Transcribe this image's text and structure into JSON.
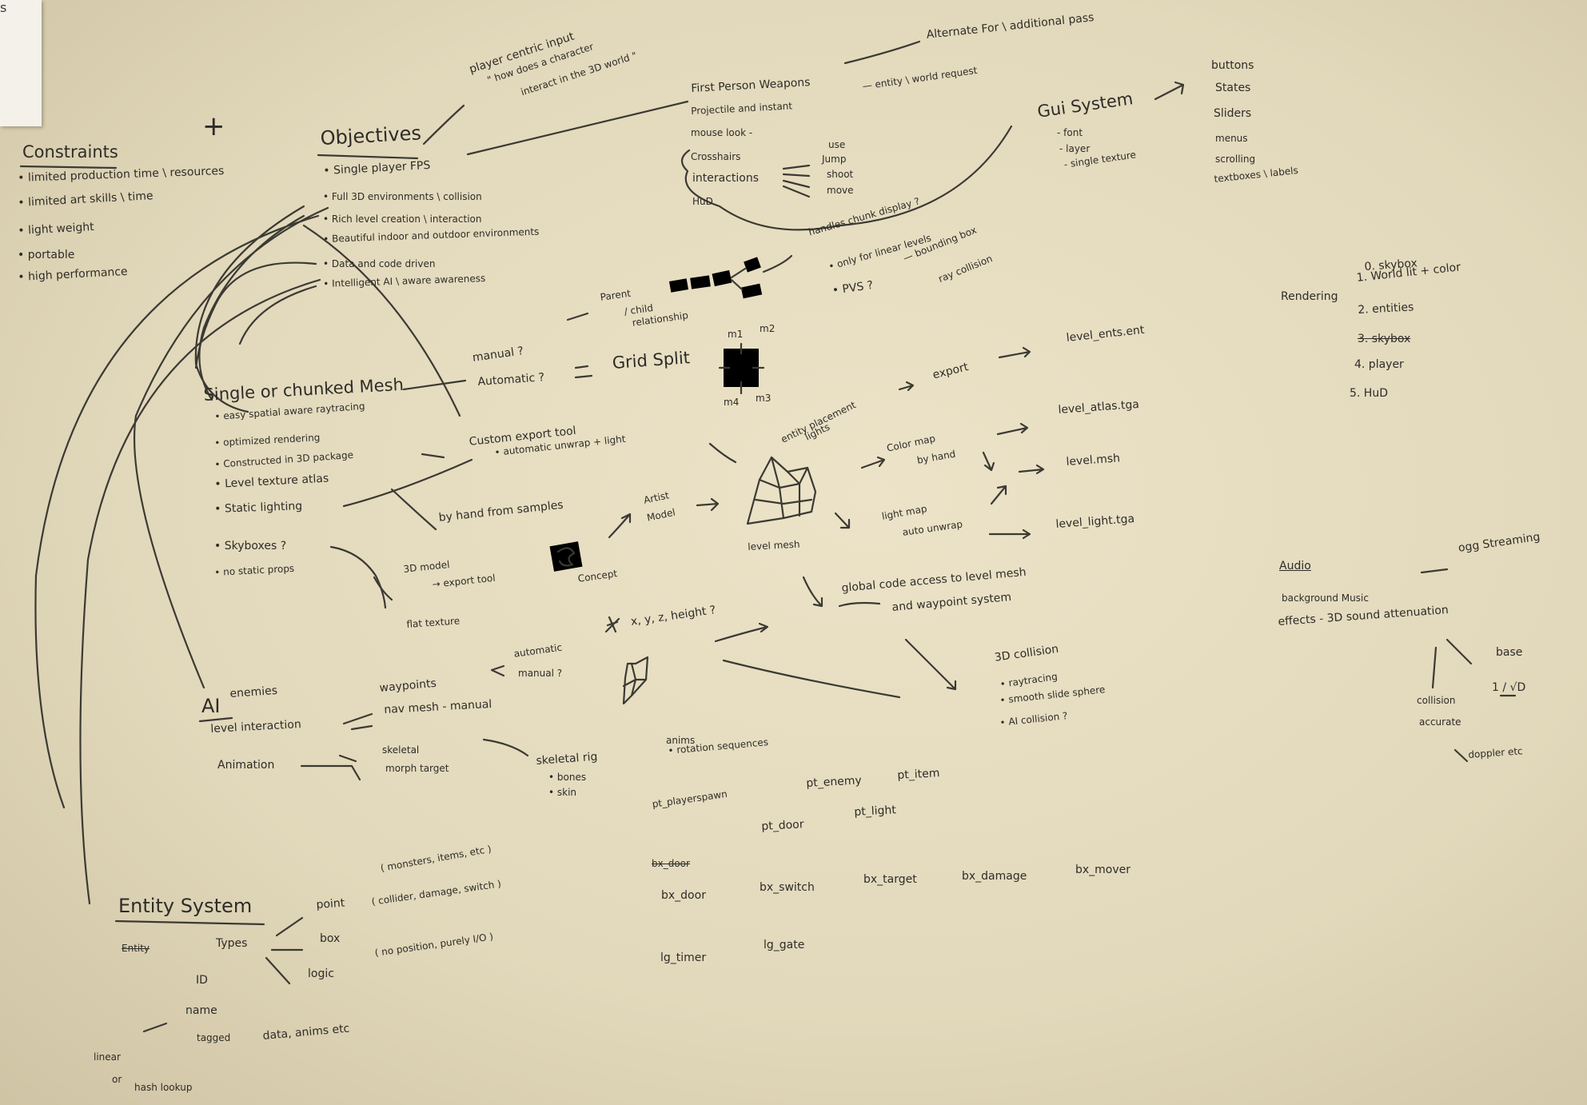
{
  "sticky_note": {
    "text": "s"
  },
  "plus_sign": "+",
  "constraints": {
    "heading": "Constraints",
    "items": [
      "• limited production time \\ resources",
      "• limited art skills \\ time",
      "• light weight",
      "• portable",
      "• high performance"
    ]
  },
  "objectives": {
    "heading": "Objectives",
    "items": [
      "• Single player FPS",
      "• Full 3D environments \\ collision",
      "• Rich level creation \\ interaction",
      "• Beautiful indoor and outdoor environments",
      "• Data and code driven",
      "• Intelligent AI \\ aware awareness"
    ]
  },
  "player_centric": {
    "line1": "player centric input",
    "line2": "\" how does a character",
    "line3": "interact in the 3D world \""
  },
  "alternate": "Alternate For \\ additional pass",
  "weapons": {
    "items": [
      "First Person Weapons",
      "Projectile and instant",
      "mouse look  -",
      "Crosshairs",
      "interactions",
      "HuD"
    ],
    "entity_request": "—  entity \\ world request",
    "actions": [
      "use",
      "Jump",
      "shoot",
      "move"
    ]
  },
  "gui": {
    "heading": "Gui System",
    "items": [
      "- font",
      "- layer",
      "- single texture"
    ],
    "widgets": [
      "buttons",
      "States",
      "Sliders",
      "menus",
      "scrolling",
      "textboxes \\ labels"
    ]
  },
  "chunks": {
    "parent": "Parent",
    "child": "/ child",
    "relationship": "relationship",
    "handles": "handles chunk display ?",
    "linear": "• only for linear levels",
    "pvs": "• PVS ?",
    "bbox": "—  bounding box",
    "ray": "ray collision"
  },
  "grid": {
    "manual": "manual ?",
    "automatic": "Automatic ?",
    "split": "Grid Split",
    "cell_labels": [
      "m1",
      "m2",
      "m4",
      "m3"
    ]
  },
  "mesh": {
    "heading": "Single or chunked Mesh",
    "items": [
      "• easy spatial aware raytracing",
      "• optimized rendering",
      "• Constructed in 3D package",
      "• Level texture atlas",
      "• Static lighting"
    ],
    "skyboxes": "• Skyboxes ?",
    "props": "• no static props"
  },
  "export_tool": {
    "title": "Custom export tool",
    "sub": "• automatic unwrap + light"
  },
  "by_hand": "by hand from samples",
  "artist": {
    "line1": "Artist",
    "line2": "Model",
    "concept": "Concept",
    "model": "3D model",
    "tool": "→ export tool",
    "flat": "flat texture"
  },
  "level_mesh": "level mesh",
  "entity_placement": {
    "line1": "entity placement",
    "line2": "lights"
  },
  "pipeline": {
    "export": "export",
    "ents": "level_ents.ent",
    "color_map": "Color map",
    "color_sub": "by hand",
    "atlas": "level_atlas.tga",
    "msh": "level.msh",
    "light_map": "light map",
    "light_sub": "auto unwrap",
    "light_tga": "level_light.tga"
  },
  "global_access": {
    "line1": "global code access to level mesh",
    "line2": "and waypoint system"
  },
  "collision": {
    "heading": "3D collision",
    "items": [
      "• raytracing",
      "• smooth slide sphere",
      "• AI collision ?"
    ]
  },
  "waypoint": {
    "coords": "x, y, z, height ?",
    "automatic": "automatic",
    "manual": "manual ?"
  },
  "ai": {
    "heading": "AI",
    "enemies": "enemies",
    "interaction": "level interaction",
    "waypoints": "waypoints",
    "navmesh": "nav mesh  -  manual",
    "less": "<",
    "animation": "Animation",
    "skeletal": "skeletal",
    "morph": "morph target",
    "rig": "skeletal rig",
    "rig_items": [
      "• bones",
      "• skin"
    ],
    "anims": "anims",
    "rotation": "• rotation sequences"
  },
  "rendering": {
    "heading": "Rendering",
    "items": [
      "0. skybox",
      "1. World lit + color",
      "2. entities",
      "3. skybox",
      "4. player",
      "5. HuD"
    ]
  },
  "audio": {
    "heading": "Audio",
    "music": "background Music",
    "ogg": "ogg Streaming",
    "effects": "effects  -  3D sound attenuation",
    "base": "base",
    "formula": "1 / √D",
    "collision": "collision",
    "accurate": "accurate",
    "doppler": "doppler etc"
  },
  "entities": {
    "row1": [
      "pt_playerspawn",
      "pt_enemy",
      "pt_item"
    ],
    "row2": [
      "pt_door",
      "pt_light"
    ],
    "struck": "bx_door",
    "row3": [
      "bx_door",
      "bx_switch",
      "bx_target",
      "bx_damage",
      "bx_mover"
    ],
    "row4": [
      "lg_timer",
      "lg_gate"
    ]
  },
  "entity_system": {
    "heading": "Entity System",
    "struck": "Entity",
    "types": "Types",
    "point": "point",
    "point_desc": "( monsters, items, etc )",
    "box": "box",
    "box_desc": "( collider, damage, switch )",
    "logic": "logic",
    "logic_desc": "( no position, purely I/O )",
    "id": "ID",
    "name": "name",
    "tagged": "tagged",
    "data": "data, anims etc",
    "linear": "linear",
    "or": "or",
    "hash": "hash lookup"
  }
}
